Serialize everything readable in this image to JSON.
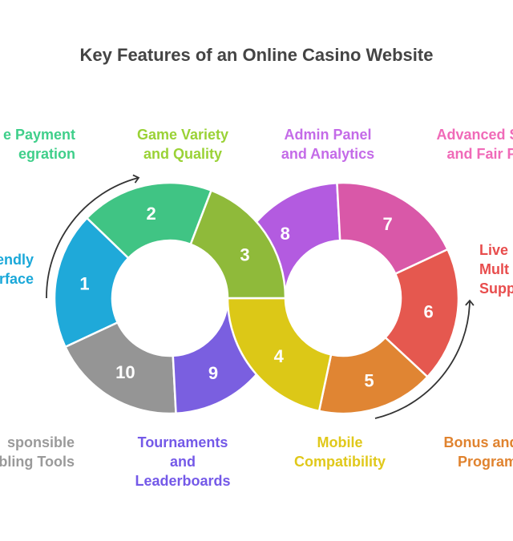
{
  "title": "Key Features of an Online Casino Website",
  "segments": [
    {
      "number": "1",
      "color": "#1fa9d9"
    },
    {
      "number": "2",
      "color": "#40c484"
    },
    {
      "number": "3",
      "color": "#8fba3a"
    },
    {
      "number": "4",
      "color": "#dcc817"
    },
    {
      "number": "5",
      "color": "#e08533"
    },
    {
      "number": "6",
      "color": "#e5584f"
    },
    {
      "number": "7",
      "color": "#d958a8"
    },
    {
      "number": "8",
      "color": "#b35be0"
    },
    {
      "number": "9",
      "color": "#7a5fe0"
    },
    {
      "number": "10",
      "color": "#959595"
    }
  ],
  "labels": {
    "payment": {
      "lines": [
        "e Payment",
        "egration"
      ],
      "color": "#3fcf8a"
    },
    "game_variety": {
      "lines": [
        "Game Variety",
        "and Quality"
      ],
      "color": "#9ad236"
    },
    "admin": {
      "lines": [
        "Admin Panel",
        "and Analytics"
      ],
      "color": "#c46be8"
    },
    "security": {
      "lines": [
        "Advanced Se",
        "and Fair P"
      ],
      "color": "#f06ab8"
    },
    "friendly": {
      "lines": [
        "endly",
        "rface"
      ],
      "color": "#1aa8d9"
    },
    "live": {
      "lines": [
        "Live",
        "Mult",
        "Supp"
      ],
      "color": "#e84d4d"
    },
    "responsible": {
      "lines": [
        "sponsible",
        "bling Tools"
      ],
      "color": "#9a9a9a"
    },
    "tournaments": {
      "lines": [
        "Tournaments",
        "and",
        "Leaderboards"
      ],
      "color": "#7459e8"
    },
    "mobile": {
      "lines": [
        "Mobile",
        "Compatibility"
      ],
      "color": "#e0c81a"
    },
    "bonus": {
      "lines": [
        "Bonus and L",
        "Program"
      ],
      "color": "#e0832f"
    }
  },
  "arrow_color": "#333333"
}
